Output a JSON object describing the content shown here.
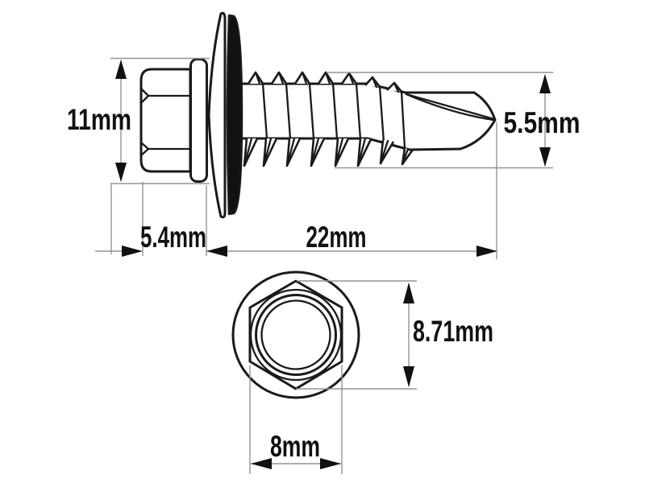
{
  "dimensions": {
    "flange_diameter": {
      "label": "11mm"
    },
    "thread_diameter": {
      "label": "5.5mm"
    },
    "head_length": {
      "label": "5.4mm"
    },
    "thread_length": {
      "label": "22mm"
    },
    "head_across_corners": {
      "label": "8.71mm"
    },
    "head_across_flats": {
      "label": "8mm"
    }
  },
  "colors": {
    "background": "#ffffff",
    "outline": "#1a1a1a",
    "dimension_lines": "#949494",
    "label_text": "#111111",
    "seal_fill": "#111111"
  }
}
